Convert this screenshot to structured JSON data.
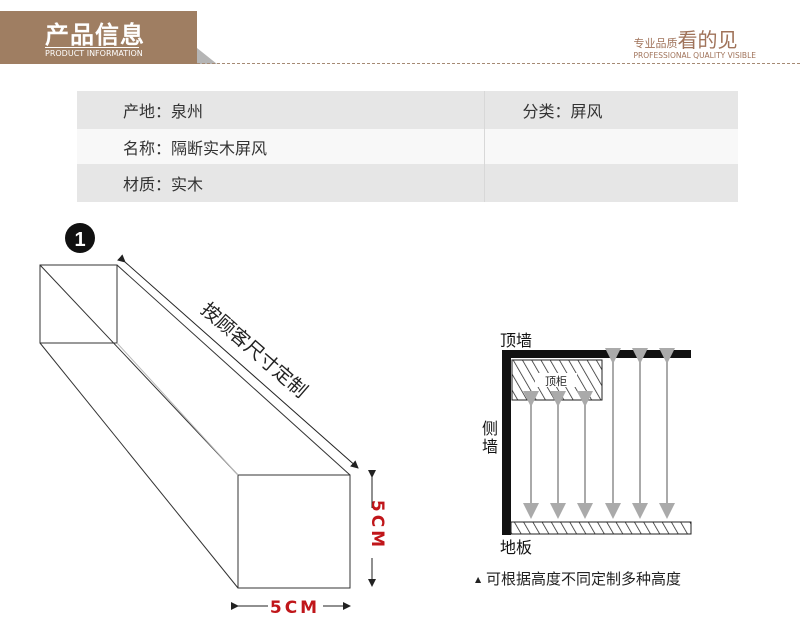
{
  "header": {
    "title": "产品信息",
    "subtitle": "PRODUCT INFORMATION"
  },
  "tagline": {
    "small": "专业品质",
    "big": "看的见",
    "english": "PROFESSIONAL QUALITY VISIBLE"
  },
  "specs": [
    [
      "产地：泉州",
      "分类：屏风"
    ],
    [
      "名称：隔断实木屏风",
      ""
    ],
    [
      "材质：实木",
      ""
    ]
  ],
  "diagram1": {
    "number": "❶",
    "length_label": "按顾客尺寸定制",
    "height_label": "5CM",
    "width_label": "5CM",
    "dim_color": "#c0161a"
  },
  "diagram2": {
    "top_wall": "顶墙",
    "side_wall": "侧墙",
    "top_cabinet": "顶柜",
    "floor": "地板",
    "note_icon": "▲",
    "note": "可根据高度不同定制多种高度"
  }
}
